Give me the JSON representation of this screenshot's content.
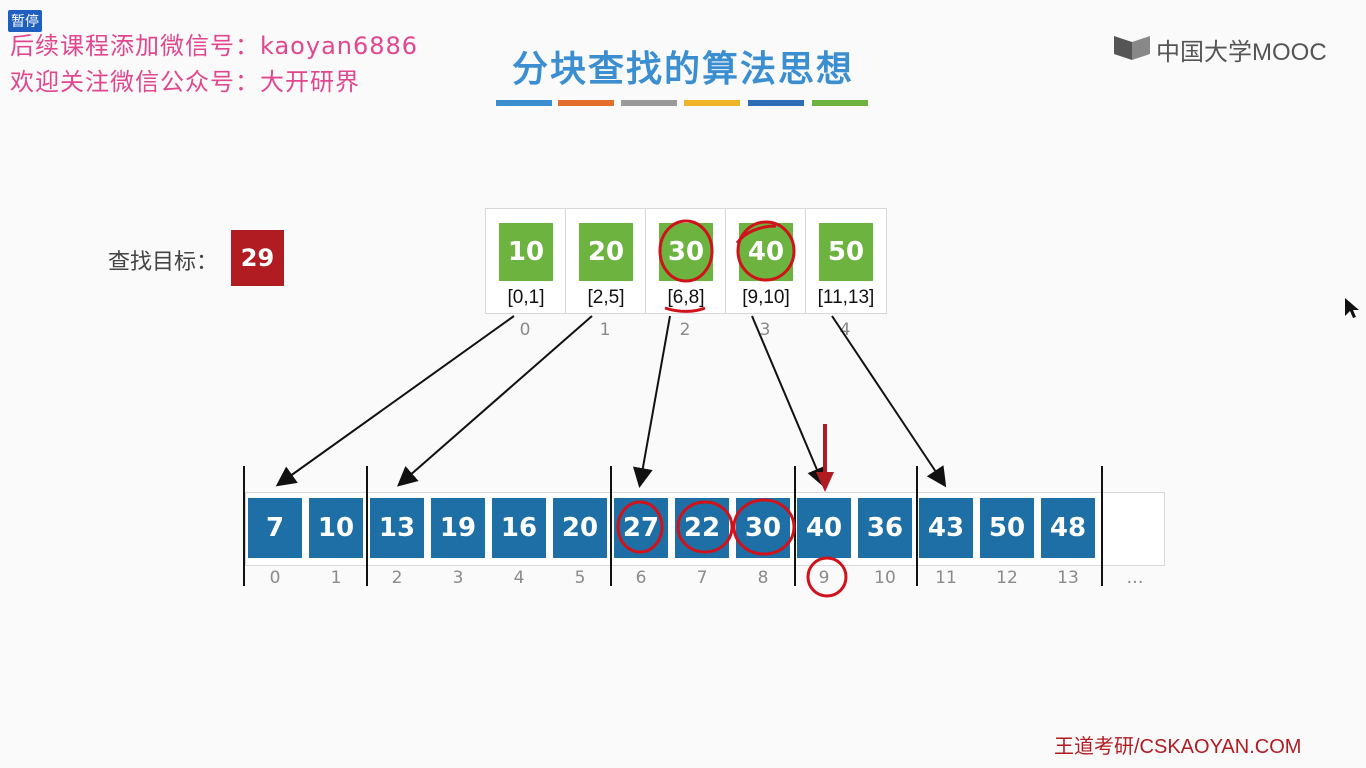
{
  "player": {
    "pause_label": "暂停"
  },
  "watermark": {
    "line1": "后续课程添加微信号：kaoyan6886",
    "line2": "欢迎关注微信公众号：大开研界"
  },
  "slide": {
    "title": "分块查找的算法思想",
    "title_bar_colors": [
      "#3b8fd1",
      "#e46d2b",
      "#9a9a9a",
      "#f0b429",
      "#2d6db5",
      "#6cb33f"
    ],
    "logo_text": "中国大学MOOC",
    "search_target_label": "查找目标：",
    "search_target_value": "29",
    "index_table": [
      {
        "value": "10",
        "range": "[0,1]",
        "pos": "0"
      },
      {
        "value": "20",
        "range": "[2,5]",
        "pos": "1"
      },
      {
        "value": "30",
        "range": "[6,8]",
        "pos": "2"
      },
      {
        "value": "40",
        "range": "[9,10]",
        "pos": "3"
      },
      {
        "value": "50",
        "range": "[11,13]",
        "pos": "4"
      }
    ],
    "array": [
      {
        "value": "7",
        "pos": "0"
      },
      {
        "value": "10",
        "pos": "1"
      },
      {
        "value": "13",
        "pos": "2"
      },
      {
        "value": "19",
        "pos": "3"
      },
      {
        "value": "16",
        "pos": "4"
      },
      {
        "value": "20",
        "pos": "5"
      },
      {
        "value": "27",
        "pos": "6"
      },
      {
        "value": "22",
        "pos": "7"
      },
      {
        "value": "30",
        "pos": "8"
      },
      {
        "value": "40",
        "pos": "9"
      },
      {
        "value": "36",
        "pos": "10"
      },
      {
        "value": "43",
        "pos": "11"
      },
      {
        "value": "50",
        "pos": "12"
      },
      {
        "value": "48",
        "pos": "13"
      }
    ],
    "ellipsis": "…",
    "footer": "王道考研/CSKAOYAN.COM",
    "colors": {
      "index_green": "#6cb33f",
      "array_blue": "#1d6fa5",
      "annotation_red": "#d0121b",
      "target_red": "#b01c22"
    }
  }
}
